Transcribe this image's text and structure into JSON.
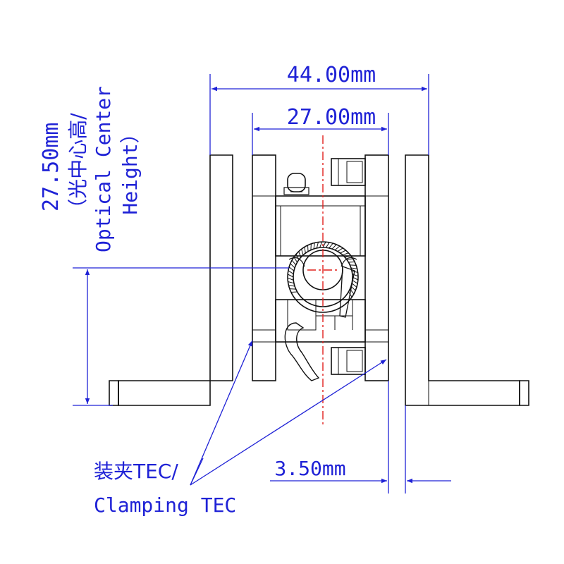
{
  "dimensions": {
    "total_width": "44.00mm",
    "inner_width": "27.00mm",
    "gap": "3.50mm",
    "height_value": "27.50mm",
    "height_cn": "（光中心高/",
    "height_en_line1": "Optical Center",
    "height_en_line2": "Height）"
  },
  "labels": {
    "tec_cn": "装夹TEC/",
    "tec_en": "Clamping TEC"
  },
  "colors": {
    "dimension": "#1f22d6",
    "outline": "#111111",
    "centerline": "#e0201c"
  }
}
